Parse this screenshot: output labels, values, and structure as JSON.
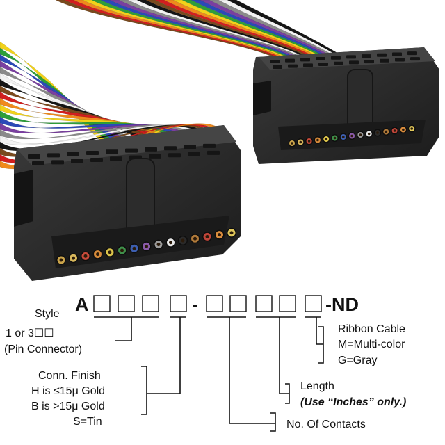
{
  "ribbon_colors": [
    "#7a4a1e",
    "#d21f1f",
    "#f08a1c",
    "#f2d21a",
    "#2e9e3a",
    "#2b49b8",
    "#7a3fa0",
    "#8a8a8a",
    "#f2f2f2",
    "#151515"
  ],
  "pin_colors": [
    "#c9a34a",
    "#d7b75c",
    "#c74a3a",
    "#d58a3a",
    "#d9c24a",
    "#3f8f4a",
    "#3d5fb0",
    "#8a5aa8",
    "#9b9b9b",
    "#e8e8e8",
    "#2a2a2a",
    "#b07a3a",
    "#c0453a",
    "#d98c3d",
    "#e0c75a"
  ],
  "part_number": {
    "prefix": "A",
    "suffix": "-ND",
    "box_glyph": "☐"
  },
  "labels": {
    "style": "Style",
    "style_option": "1 or 3☐☐",
    "pin_connector": "(Pin Connector)",
    "conn_finish": "Conn. Finish",
    "finish_h": "H is ≤15μ  Gold",
    "finish_b": "B is >15μ  Gold",
    "finish_s": "S=Tin",
    "ribbon_cable": "Ribbon Cable",
    "multi_color": "M=Multi-color",
    "gray": "G=Gray",
    "length": "Length",
    "length_note": "(Use “Inches” only.)",
    "contacts": "No. Of Contacts"
  }
}
